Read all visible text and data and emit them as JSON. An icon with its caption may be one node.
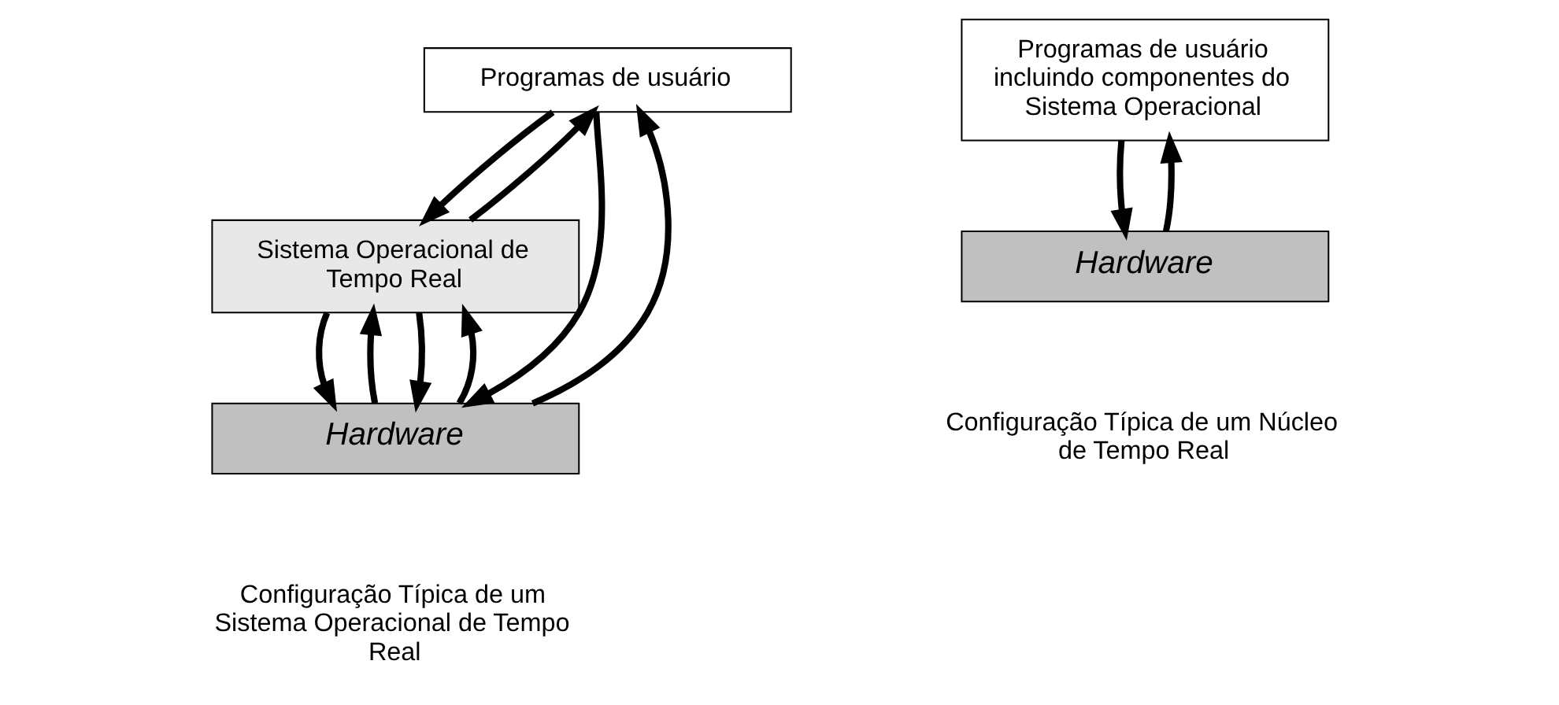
{
  "diagram": {
    "nodes": [
      {
        "text": [
          "Programas de usuário"
        ]
      },
      {
        "text": [
          "Sistema Operacional de Tempo Real"
        ]
      },
      {
        "text": [
          "Hardware"
        ]
      },
      {
        "text": [
          "Programas de usuário incluindo componentes do Sistema Operacional"
        ]
      },
      {
        "text": [
          "Hardware"
        ]
      }
    ],
    "edges": [
      {
        "from": 2,
        "to": 0,
        "arrow": "to"
      },
      {
        "from": 1,
        "to": 0,
        "arrow": "to"
      },
      {
        "from": 0,
        "to": 1,
        "arrow": "to"
      },
      {
        "from": 0,
        "to": 2,
        "arrow": "to"
      },
      {
        "from": 2,
        "to": 1,
        "arrow": "to"
      },
      {
        "from": 1,
        "to": 2,
        "arrow": "to"
      },
      {
        "from": 1,
        "to": 2,
        "arrow": "to"
      },
      {
        "from": 2,
        "to": 1,
        "arrow": "to"
      },
      {
        "from": 3,
        "to": 4,
        "arrow": "to"
      },
      {
        "from": 4,
        "to": 3,
        "arrow": "to"
      }
    ],
    "labels": [
      "Configuração Típica de um Sistema Operacional de Tempo Real",
      "Configuração Típica de um Núcleo de Tempo Real"
    ]
  }
}
